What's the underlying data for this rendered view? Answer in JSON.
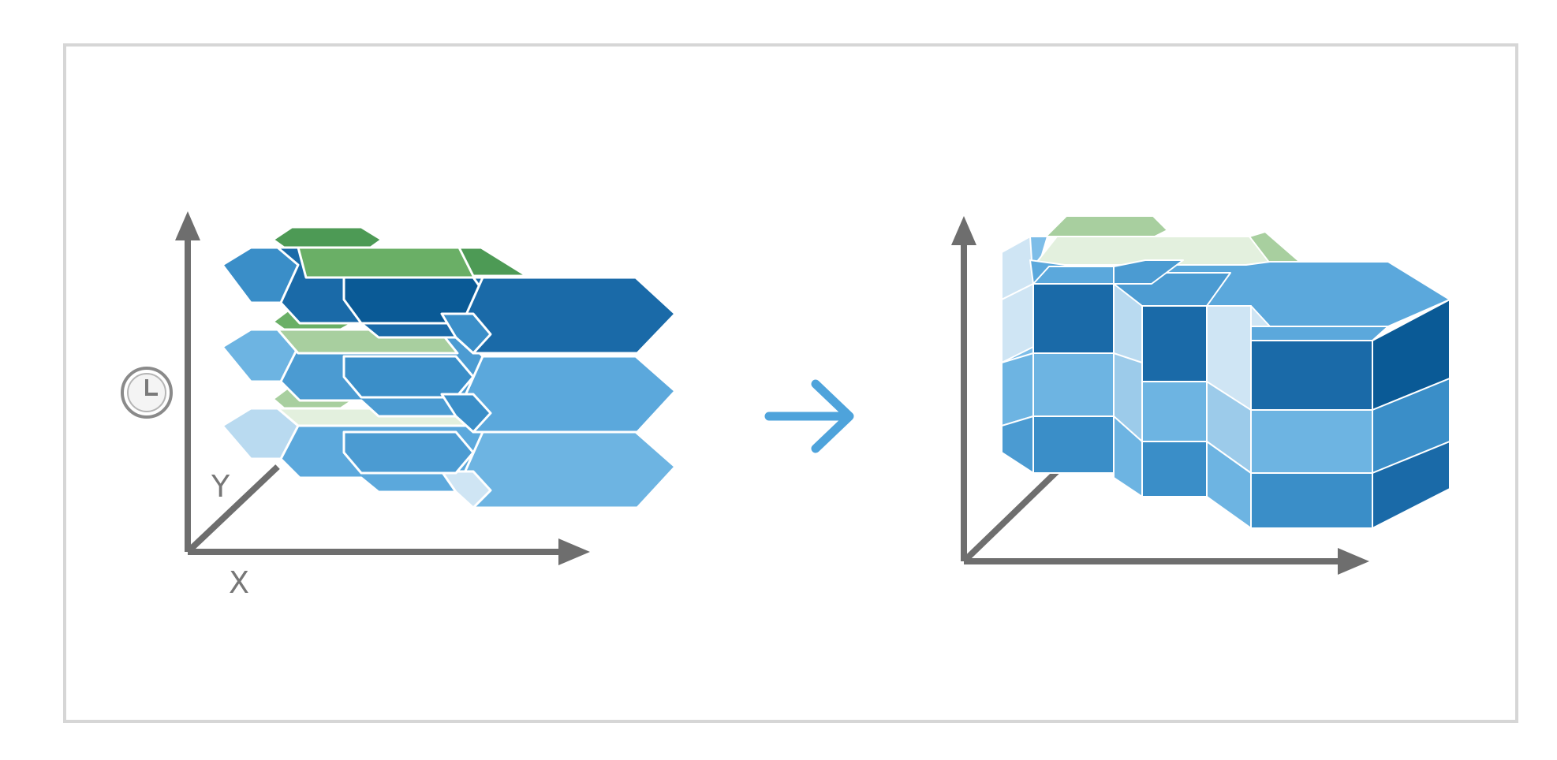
{
  "diagram": {
    "left_panel": {
      "axis_labels": {
        "y": "Y",
        "x": "X"
      },
      "time_icon": "clock-icon",
      "layer_count": 3
    },
    "transition_icon": "arrow-right-icon",
    "right_panel": {
      "description_icon": "space-time-cube"
    },
    "colors": {
      "frame_border": "#d6d6d6",
      "axis": "#6e6e6e",
      "arrow": "#4ea3db",
      "blue_dark": "#0a5a96",
      "blue_mid": "#3a8ec8",
      "blue_light": "#5ba8dc",
      "blue_pale": "#9ccbea",
      "green_dark": "#4d9a55",
      "green_light": "#a8cf9f"
    }
  }
}
